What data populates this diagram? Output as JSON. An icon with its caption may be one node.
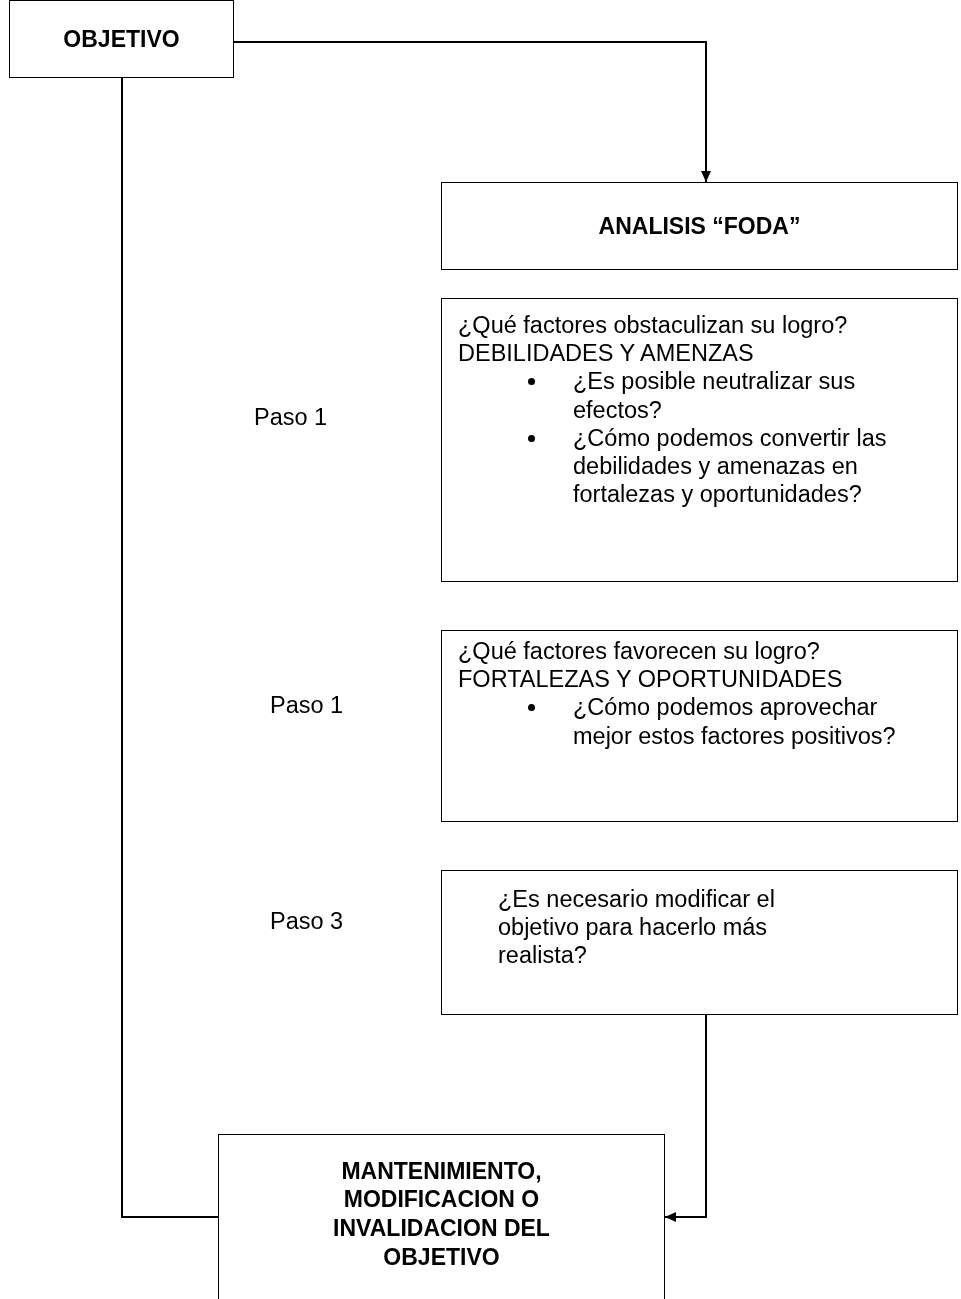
{
  "diagram": {
    "nodes": [
      {
        "text": [
          "OBJETIVO"
        ]
      },
      {
        "text": [
          "ANALISIS “FODA”"
        ]
      },
      {
        "text": [
          "¿Qué factores obstaculizan su logro?",
          "DEBILIDADES Y AMENZAS",
          "¿Es posible neutralizar sus efectos?",
          "¿Cómo podemos convertir las debilidades y amenazas en fortalezas y oportunidades?"
        ]
      },
      {
        "text": [
          "¿Qué factores favorecen su logro?",
          "FORTALEZAS Y OPORTUNIDADES",
          "¿Cómo podemos aprovechar mejor estos factores positivos?"
        ]
      },
      {
        "text": [
          "¿Es necesario modificar el objetivo para hacerlo más realista?"
        ]
      },
      {
        "text": [
          "MANTENIMIENTO, MODIFICACION O INVALIDACION DEL OBJETIVO"
        ]
      }
    ],
    "edges": [
      {
        "from": 0,
        "to": 1,
        "arrow": "to"
      },
      {
        "from": 0,
        "to": 5,
        "arrow": "none"
      },
      {
        "from": 4,
        "to": 5,
        "arrow": "to"
      }
    ],
    "labels": [
      "Paso 1",
      "Paso 1",
      "Paso 3"
    ]
  }
}
